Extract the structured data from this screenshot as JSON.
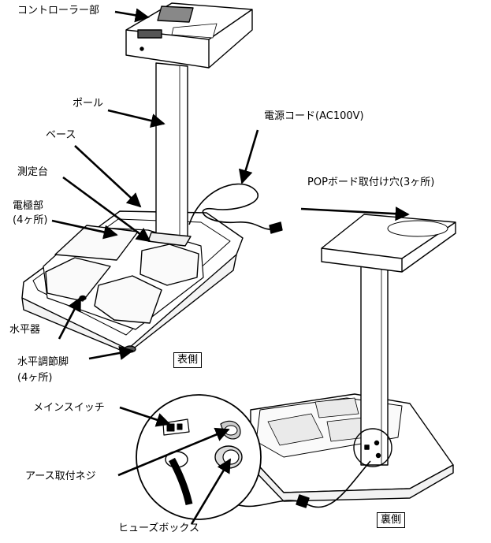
{
  "labels": {
    "controller": "コントローラー部",
    "pole": "ポール",
    "base": "ベース",
    "measure_stand": "測定台",
    "electrode": "電極部",
    "electrode_count": "(4ヶ所)",
    "level": "水平器",
    "leveling_feet": "水平調節脚",
    "leveling_feet_count": "(4ヶ所)",
    "power_cord": "電源コード(AC100V)",
    "pop_board_holes": "POPボード取付け穴(3ヶ所)",
    "front_side": "表側",
    "back_side": "裏側",
    "main_switch": "メインスイッチ",
    "ground_screw": "アース取付ネジ",
    "fuse_box": "ヒューズボックス"
  }
}
